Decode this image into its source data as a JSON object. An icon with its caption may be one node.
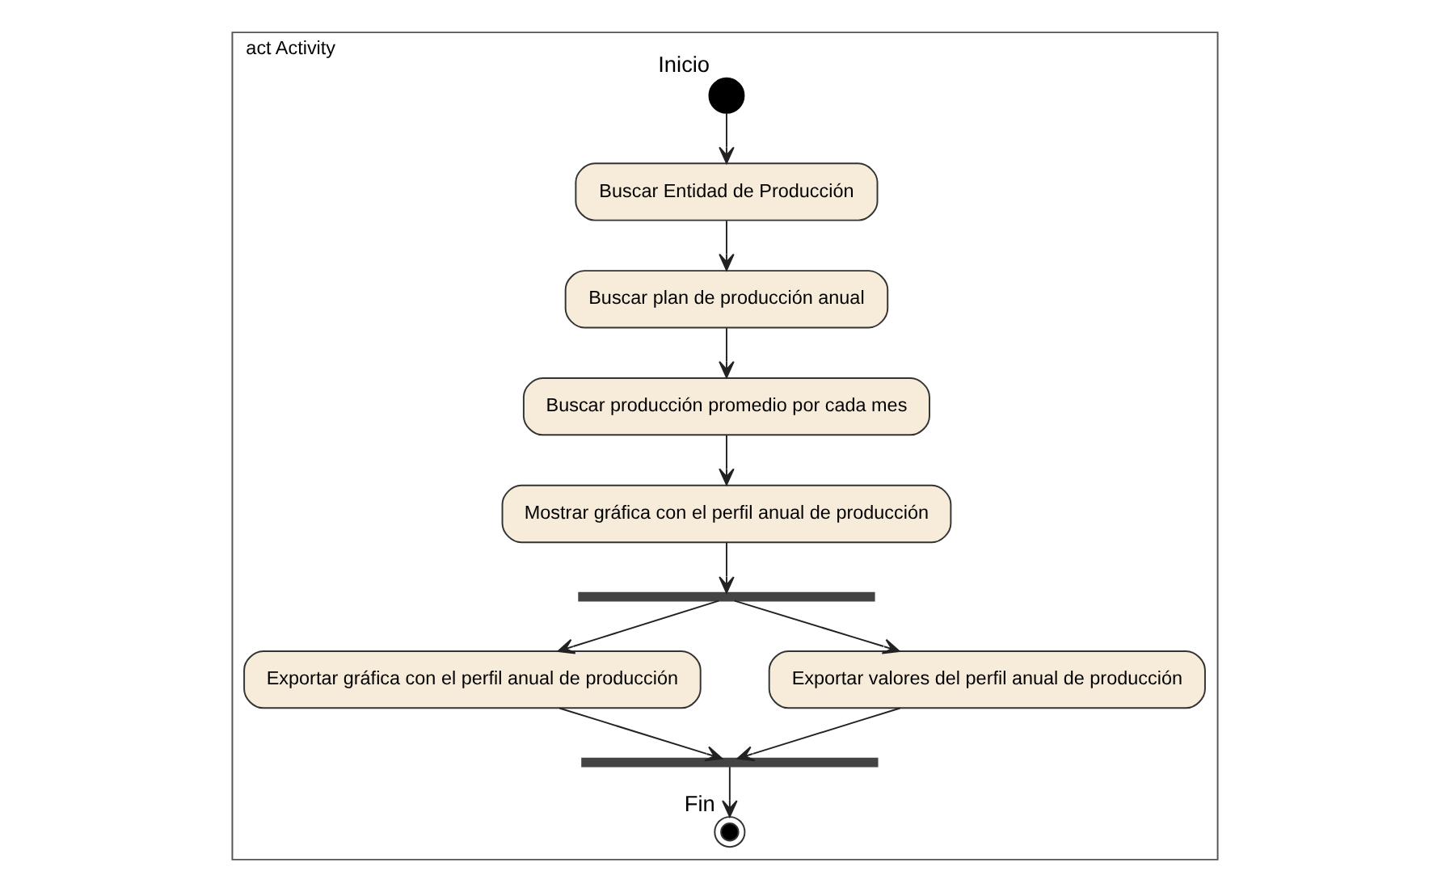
{
  "diagram": {
    "nodes": [
      {
        "text": [
          "act Activity"
        ]
      },
      {
        "text": [],
        "shape": "circle",
        "beside": [
          "Inicio"
        ],
        "in": 0
      },
      {
        "text": [
          "Buscar Entidad de Producción"
        ],
        "in": 0
      },
      {
        "text": [
          "Buscar plan de producción anual"
        ],
        "in": 0
      },
      {
        "text": [
          "Buscar producción promedio por cada mes"
        ],
        "in": 0
      },
      {
        "text": [
          "Mostrar gráfica con el perfil anual de producción"
        ],
        "in": 0
      },
      {
        "text": [],
        "shape": "bar",
        "in": 0
      },
      {
        "text": [
          "Exportar gráfica con el perfil anual de producción"
        ],
        "in": 0
      },
      {
        "text": [
          "Exportar valores del perfil anual de producción"
        ],
        "in": 0
      },
      {
        "text": [],
        "shape": "bar",
        "in": 0
      },
      {
        "text": [],
        "shape": "circle",
        "beside": [
          "Fin"
        ],
        "in": 0
      }
    ],
    "edges": [
      {
        "from": 1,
        "to": 2,
        "arrow": "to"
      },
      {
        "from": 2,
        "to": 3,
        "arrow": "to"
      },
      {
        "from": 3,
        "to": 4,
        "arrow": "to"
      },
      {
        "from": 4,
        "to": 5,
        "arrow": "to"
      },
      {
        "from": 5,
        "to": 6,
        "arrow": "to"
      },
      {
        "from": 6,
        "to": 7,
        "arrow": "to"
      },
      {
        "from": 6,
        "to": 8,
        "arrow": "to"
      },
      {
        "from": 7,
        "to": 9,
        "arrow": "to"
      },
      {
        "from": 8,
        "to": 9,
        "arrow": "to"
      },
      {
        "from": 9,
        "to": 10,
        "arrow": "to"
      }
    ]
  }
}
